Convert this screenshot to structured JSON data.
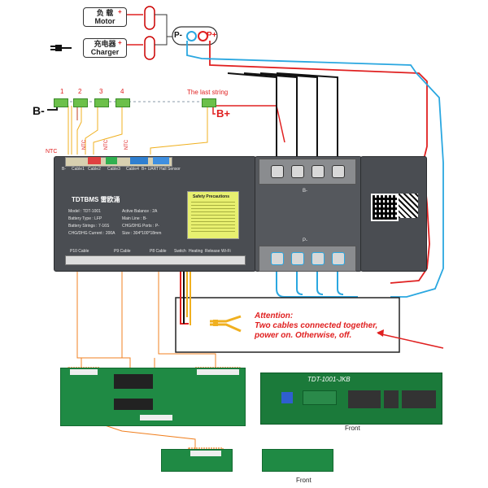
{
  "top": {
    "motor_cn": "负 载",
    "motor_en": "Motor",
    "charger_cn": "充电器",
    "charger_en": "Charger",
    "p_minus": "P-",
    "p_plus": "P+",
    "plus_sign": "+",
    "minus_sign": "-"
  },
  "cells": {
    "numbers": [
      "1",
      "2",
      "3",
      "4"
    ],
    "last_string": "The last string",
    "b_minus": "B-",
    "b_plus": "B+",
    "ntc": "NTC",
    "ntc_side": [
      "NTC",
      "NTC",
      "NTC"
    ]
  },
  "bms": {
    "logo": "TDTBMS 雷欧涌",
    "specs_left": [
      "Model : TDT-1001",
      "Battery Type : LFP",
      "Battery Strings : 7-16S",
      "CHG/DHG Current : 200A"
    ],
    "specs_right": [
      "Active Balance : 2A",
      "Main Line : B-",
      "CHG/DHG Ports : P-",
      "Size : 304*100*18mm"
    ],
    "safety_title": "Safety Precautions",
    "top_ports": [
      "B-",
      "Cable1",
      "Cable2",
      "Cable3",
      "Cable4",
      "B+ UART",
      "Hall Sensor"
    ],
    "bottom_ports": [
      "P10 Cable",
      "P9 Cable",
      "P8 Cable",
      "Switch",
      "Heating",
      "Release",
      "Wi-Fi"
    ],
    "b_minus_terminal": "B-",
    "p_minus_terminal": "P-"
  },
  "attention": {
    "title": "Attention:",
    "line1": "Two cables connected together,",
    "line2": "power on. Otherwise, off."
  },
  "boards": {
    "jkb_label": "TDT-1001-JKB",
    "front1": "Front",
    "front2": "Front"
  },
  "colors": {
    "red_wire": "#e02020",
    "blue_wire": "#2aa7e0",
    "orange_line": "#f08020",
    "board": "#4a4d52",
    "pcb": "#1f8a44"
  }
}
